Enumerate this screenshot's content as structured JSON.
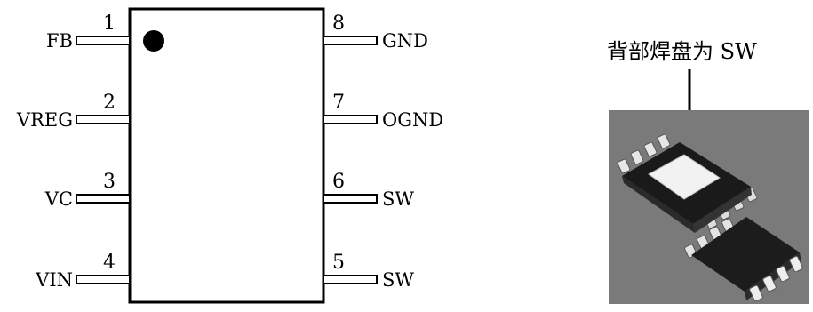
{
  "ic": {
    "left_pins": [
      {
        "number": "1",
        "label": "FB"
      },
      {
        "number": "2",
        "label": "VREG"
      },
      {
        "number": "3",
        "label": "VC"
      },
      {
        "number": "4",
        "label": "VIN"
      }
    ],
    "right_pins": [
      {
        "number": "8",
        "label": "GND"
      },
      {
        "number": "7",
        "label": "OGND"
      },
      {
        "number": "6",
        "label": "SW"
      },
      {
        "number": "5",
        "label": "SW"
      }
    ]
  },
  "photo": {
    "caption": "背部焊盘为 SW",
    "background_color": "#7a7a7a"
  }
}
